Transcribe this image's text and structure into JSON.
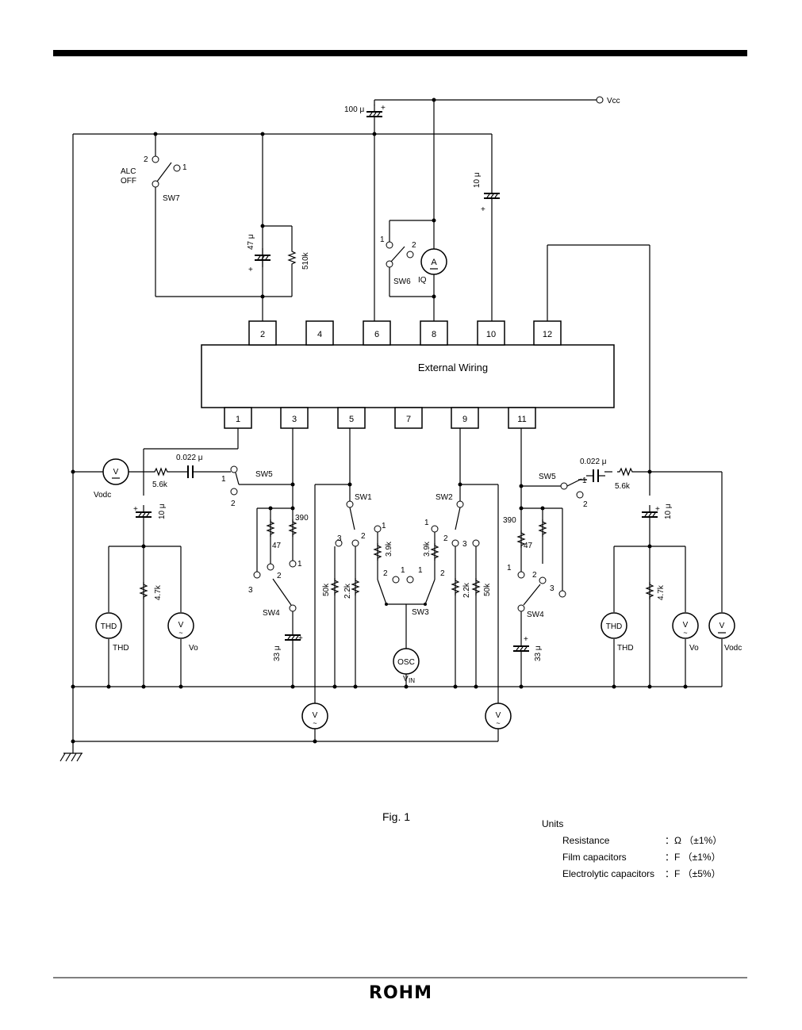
{
  "ic": {
    "label": "External Wiring",
    "top_pins": [
      "2",
      "4",
      "6",
      "8",
      "10",
      "12"
    ],
    "bottom_pins": [
      "1",
      "3",
      "5",
      "7",
      "9",
      "11"
    ]
  },
  "labels": {
    "vcc": "Vcc",
    "c100": "100 μ",
    "c10_top": "10 μ",
    "c47": "47 μ",
    "r510k": "510k",
    "alc": "ALC",
    "off": "OFF",
    "sw7": "SW7",
    "sw6": "SW6",
    "iq": "IQ",
    "ammeter": "A",
    "sw1": "SW1",
    "sw2": "SW2",
    "sw3": "SW3",
    "sw4": "SW4",
    "sw5": "SW5",
    "c0022": "0.022 μ",
    "r56k": "5.6k",
    "c10": "10 μ",
    "r47k": "4.7k",
    "r390": "390",
    "r47": "47",
    "c33": "33 μ",
    "r50k": "50k",
    "r22k": "2.2k",
    "r39k": "3.9k",
    "osc": "OSC",
    "vin": "V",
    "vin_sub": "IN",
    "thd": "THD",
    "vo": "Vo",
    "vodc": "Vodc",
    "v": "V",
    "n1": "1",
    "n2": "2",
    "n3": "3"
  },
  "caption": "Fig. 1",
  "units": {
    "title": "Units",
    "rows": [
      {
        "name": "Resistance",
        "value": "：Ω （±1%）"
      },
      {
        "name": "Film capacitors",
        "value": "：F （±1%）"
      },
      {
        "name": "Electrolytic capacitors",
        "value": "：F （±5%）"
      }
    ]
  },
  "logo": "ROHM"
}
